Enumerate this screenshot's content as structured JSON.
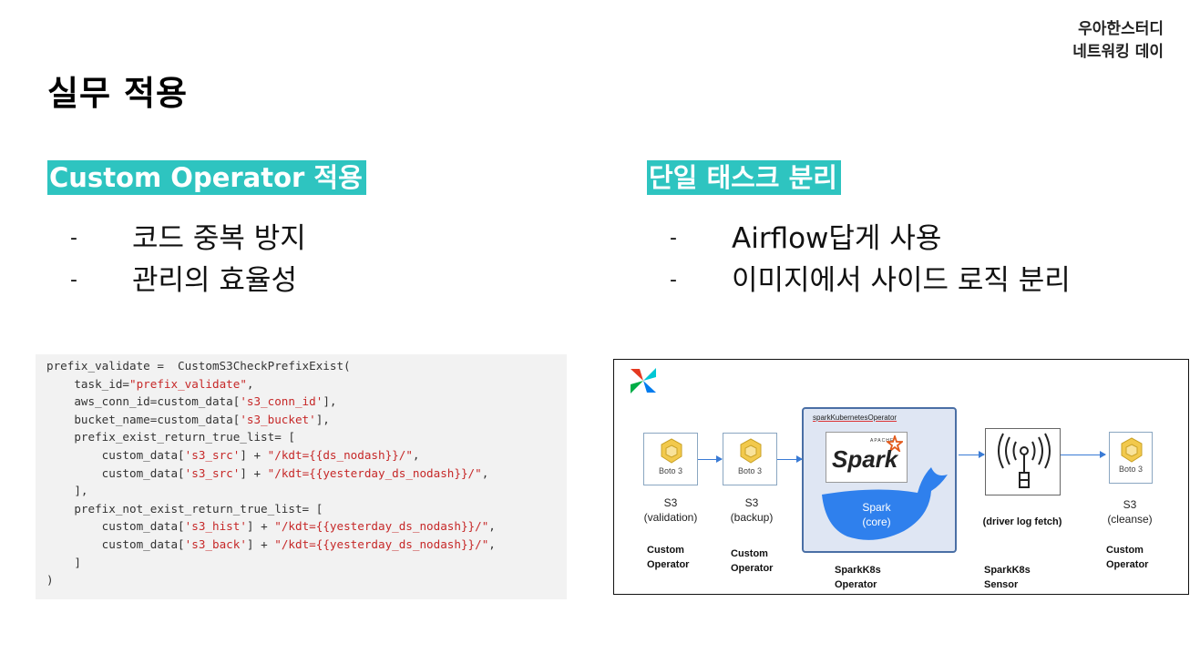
{
  "brand": {
    "line1": "우아한스터디",
    "line2": "네트워킹 데이"
  },
  "title": "실무 적용",
  "left": {
    "heading": "Custom Operator 적용",
    "bullets": [
      "코드 중복 방지",
      "관리의 효율성"
    ]
  },
  "right": {
    "heading": "단일 태스크 분리",
    "bullets": [
      "Airflow답게 사용",
      "이미지에서 사이드 로직 분리"
    ]
  },
  "bullet_marker": "-",
  "code": {
    "lines": [
      [
        {
          "t": "prefix_validate =  CustomS3CheckPrefixExist("
        }
      ],
      [
        {
          "t": "    task_id="
        },
        {
          "t": "\"prefix_validate\"",
          "s": 1
        },
        {
          "t": ","
        }
      ],
      [
        {
          "t": "    aws_conn_id=custom_data["
        },
        {
          "t": "'s3_conn_id'",
          "s": 1
        },
        {
          "t": "],"
        }
      ],
      [
        {
          "t": "    bucket_name=custom_data["
        },
        {
          "t": "'s3_bucket'",
          "s": 1
        },
        {
          "t": "],"
        }
      ],
      [
        {
          "t": "    prefix_exist_return_true_list= ["
        }
      ],
      [
        {
          "t": "        custom_data["
        },
        {
          "t": "'s3_src'",
          "s": 1
        },
        {
          "t": "] + "
        },
        {
          "t": "\"/kdt={{ds_nodash}}/\"",
          "s": 1
        },
        {
          "t": ","
        }
      ],
      [
        {
          "t": "        custom_data["
        },
        {
          "t": "'s3_src'",
          "s": 1
        },
        {
          "t": "] + "
        },
        {
          "t": "\"/kdt={{yesterday_ds_nodash}}/\"",
          "s": 1
        },
        {
          "t": ","
        }
      ],
      [
        {
          "t": "    ],"
        }
      ],
      [
        {
          "t": "    prefix_not_exist_return_true_list= ["
        }
      ],
      [
        {
          "t": "        custom_data["
        },
        {
          "t": "'s3_hist'",
          "s": 1
        },
        {
          "t": "] + "
        },
        {
          "t": "\"/kdt={{yesterday_ds_nodash}}/\"",
          "s": 1
        },
        {
          "t": ","
        }
      ],
      [
        {
          "t": "        custom_data["
        },
        {
          "t": "'s3_back'",
          "s": 1
        },
        {
          "t": "] + "
        },
        {
          "t": "\"/kdt={{yesterday_ds_nodash}}/\"",
          "s": 1
        },
        {
          "t": ","
        }
      ],
      [
        {
          "t": "    ]"
        }
      ],
      [
        {
          "t": ")"
        }
      ]
    ]
  },
  "diagram": {
    "boto_label": "Boto 3",
    "s3_validation": {
      "line1": "S3",
      "line2": "(validation)"
    },
    "s3_backup": {
      "line1": "S3",
      "line2": "(backup)"
    },
    "s3_cleanse": {
      "line1": "S3",
      "line2": "(cleanse)"
    },
    "k8s_operator_label": "sparkKubernetesOperator",
    "spark_logo_apache": "APACHE",
    "spark_logo": "Spark",
    "spark_core": {
      "line1": "Spark",
      "line2": "(core)"
    },
    "driver_log": "(driver log fetch)",
    "custom_operator": {
      "line1": "Custom",
      "line2": "Operator"
    },
    "sparkk8s_operator": {
      "line1": "SparkK8s",
      "line2": "Operator"
    },
    "sparkk8s_sensor": {
      "line1": "SparkK8s",
      "line2": "Sensor"
    },
    "colors": {
      "teal": "#2ec4c0",
      "arrow": "#3a7bd5",
      "whale": "#2f80ed",
      "spark_orange": "#e25a1c",
      "k8s_bg": "#dfe6f3"
    }
  }
}
